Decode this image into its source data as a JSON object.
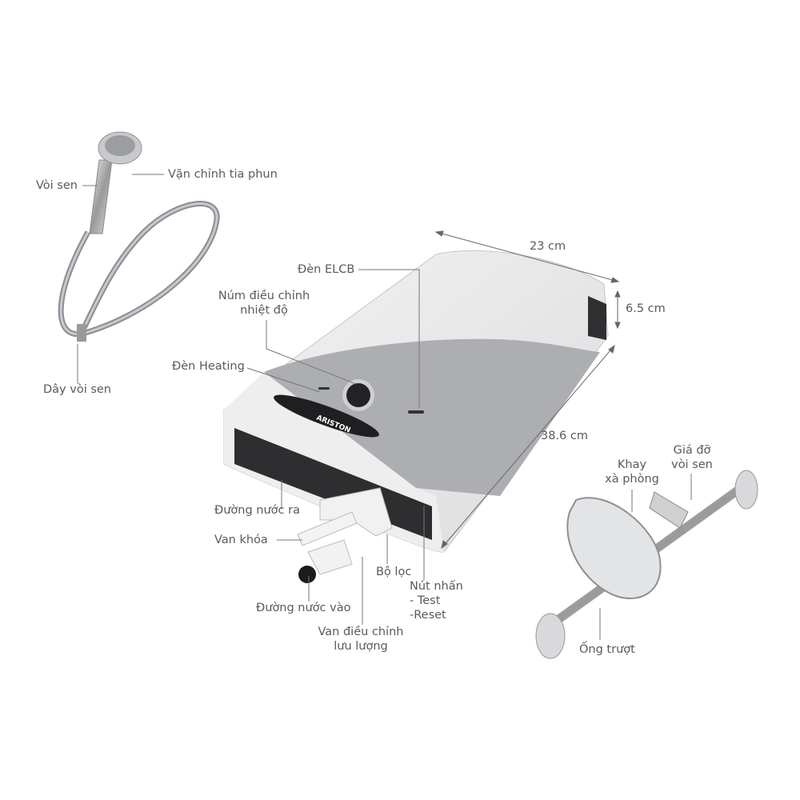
{
  "labels": {
    "shower_head": "Vòi sen",
    "spray_adjust": "Vặn chỉnh tia phun",
    "shower_hose": "Dây vòi sen",
    "width": "23 cm",
    "depth": "6.5 cm",
    "height": "38.6 cm",
    "elcb_light": "Đèn ELCB",
    "temp_knob_1": "Núm điều chỉnh",
    "temp_knob_2": "nhiệt độ",
    "heating_light": "Đèn Heating",
    "soap_tray_1": "Khay",
    "soap_tray_2": "xà phòng",
    "holder_1": "Giá đỡ",
    "holder_2": "vòi sen",
    "water_out": "Đường nước ra",
    "lock_valve": "Van khóa",
    "filter": "Bộ lọc",
    "button_1": "Nút nhấn",
    "button_2": "- Test",
    "button_3": "-Reset",
    "water_in": "Đường nước vào",
    "flow_valve_1": "Van điều chỉnh",
    "flow_valve_2": "lưu lượng",
    "slide_bar": "Ống trượt"
  },
  "brand": "ARISTON",
  "colors": {
    "label": "#5a5a5a",
    "leader": "#777777",
    "body": "#e9e9ea",
    "panel": "#a9aaad"
  }
}
